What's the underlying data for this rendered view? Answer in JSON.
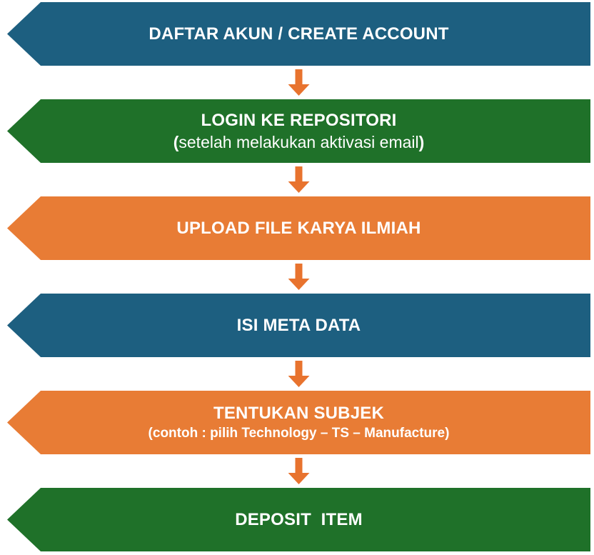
{
  "diagram": {
    "type": "flowchart",
    "direction": "top-to-bottom",
    "colors": {
      "blue": "#1D5F80",
      "green": "#1F7129",
      "orange": "#E87C35",
      "arrow_orange": "#E8732E",
      "text": "#FFFFFF"
    },
    "steps": [
      {
        "label": "DAFTAR AKUN / CREATE ACCOUNT",
        "color": "blue"
      },
      {
        "label": "LOGIN KE REPOSITORI",
        "subtitle_open": "(",
        "subtitle_text": "setelah melakukan aktivasi email",
        "subtitle_close": ")",
        "color": "green"
      },
      {
        "label": "UPLOAD FILE KARYA ILMIAH",
        "color": "orange"
      },
      {
        "label": "ISI META DATA",
        "color": "blue"
      },
      {
        "label": "TENTUKAN SUBJEK",
        "subtitle": "(contoh : pilih Technology – TS – Manufacture)",
        "color": "orange"
      },
      {
        "label": "DEPOSIT  ITEM",
        "color": "green"
      }
    ]
  }
}
